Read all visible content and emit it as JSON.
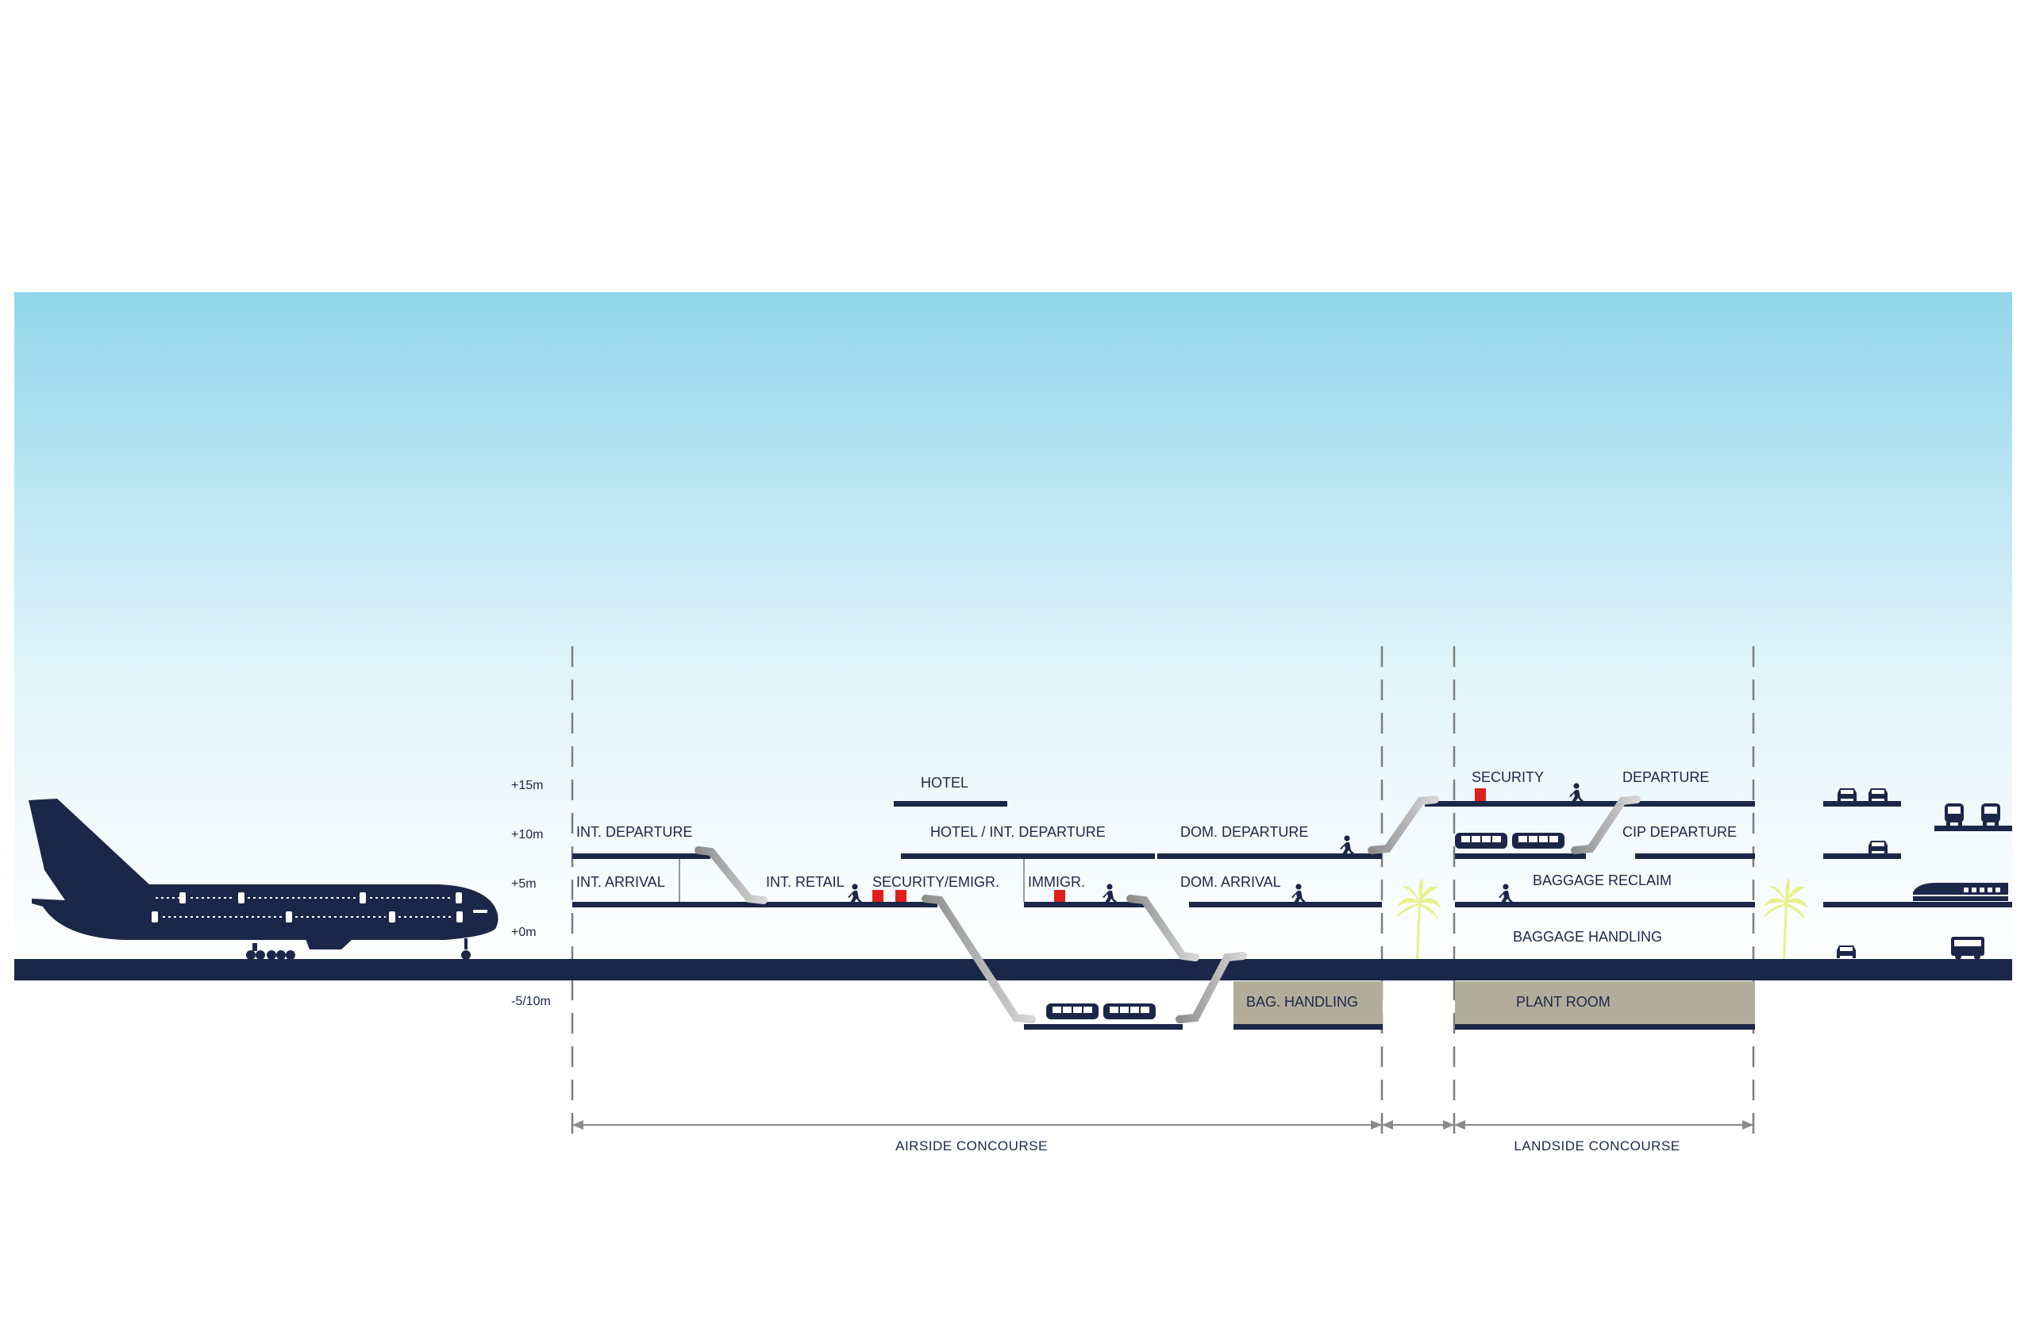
{
  "levels": {
    "plus15": "+15m",
    "plus10": "+10m",
    "plus5": "+5m",
    "zero": "+0m",
    "minus": "-5/10m"
  },
  "labels": {
    "hotel": "HOTEL",
    "int_departure": "INT. DEPARTURE",
    "hotel_int_departure": "HOTEL / INT. DEPARTURE",
    "dom_departure": "DOM. DEPARTURE",
    "int_arrival": "INT. ARRIVAL",
    "int_retail": "INT. RETAIL",
    "security_emigr": "SECURITY/EMIGR.",
    "immigr": "IMMIGR.",
    "dom_arrival": "DOM. ARRIVAL",
    "bag_handling": "BAG. HANDLING",
    "security": "SECURITY",
    "departure": "DEPARTURE",
    "cip_departure": "CIP DEPARTURE",
    "baggage_reclaim": "BAGGAGE RECLAIM",
    "baggage_handling": "BAGGAGE HANDLING",
    "plant_room": "PLANT ROOM"
  },
  "dimensions": {
    "airside": "AIRSIDE CONCOURSE",
    "landside": "LANDSIDE CONCOURSE"
  },
  "colors": {
    "structure": "#1b2748",
    "security_marker": "#e01e1e",
    "escalator": "#a9a9a9",
    "service_fill": "#b2ad9b",
    "palm": "#e8f08a",
    "sky_top": "#92d6ec"
  },
  "icons": [
    "airplane-icon",
    "person-icon",
    "escalator-icon",
    "train-icon",
    "car-icon",
    "bus-icon",
    "palm-tree-icon"
  ]
}
